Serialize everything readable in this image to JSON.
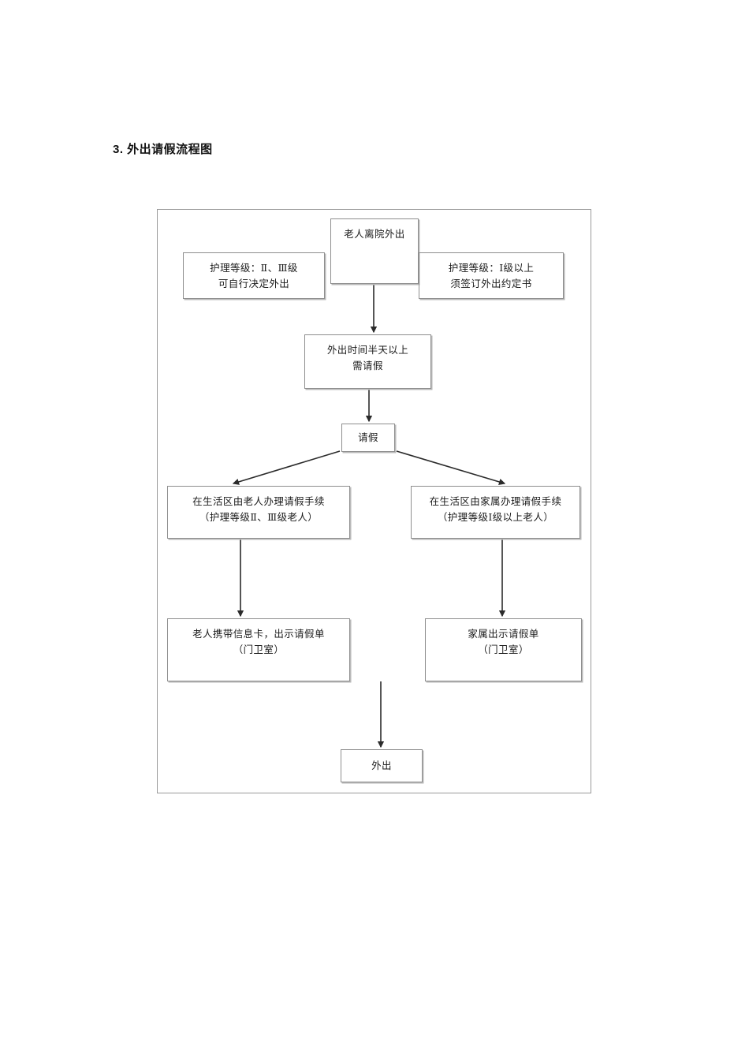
{
  "page": {
    "title": "3. 外出请假流程图"
  },
  "flowchart": {
    "type": "flowchart",
    "nodes": [
      {
        "id": "start",
        "lines": [
          "老人离院外出"
        ]
      },
      {
        "id": "band_left",
        "lines": [
          "护理等级：Ⅱ、Ⅲ级",
          "可自行决定外出"
        ]
      },
      {
        "id": "band_right",
        "lines": [
          "护理等级：Ⅰ级以上",
          "须签订外出约定书"
        ]
      },
      {
        "id": "duration",
        "lines": [
          "外出时间半天以上",
          "需请假"
        ]
      },
      {
        "id": "leave",
        "lines": [
          "请假"
        ]
      },
      {
        "id": "staff_left",
        "lines": [
          "在生活区由老人办理请假手续",
          "（护理等级Ⅱ、Ⅲ级老人）"
        ]
      },
      {
        "id": "staff_right",
        "lines": [
          "在生活区由家属办理请假手续",
          "（护理等级Ⅰ级以上老人）"
        ]
      },
      {
        "id": "gate_left",
        "lines": [
          "老人携带信息卡，出示请假单",
          "（门卫室）"
        ]
      },
      {
        "id": "gate_right",
        "lines": [
          "家属出示请假单",
          "（门卫室）"
        ]
      },
      {
        "id": "end",
        "lines": [
          "外出"
        ]
      }
    ],
    "edges": [
      {
        "from": "start",
        "to": "duration",
        "kind": "arrow-down"
      },
      {
        "from": "duration",
        "to": "leave",
        "kind": "arrow-down"
      },
      {
        "from": "leave",
        "to": "staff_left",
        "kind": "arrow-diagonal-left"
      },
      {
        "from": "leave",
        "to": "staff_right",
        "kind": "arrow-diagonal-right"
      },
      {
        "from": "staff_left",
        "to": "gate_left",
        "kind": "arrow-down"
      },
      {
        "from": "staff_right",
        "to": "gate_right",
        "kind": "arrow-down"
      },
      {
        "from": "gate_left",
        "to": "end",
        "kind": "arrow-down-merge"
      },
      {
        "from": "gate_right",
        "to": "end",
        "kind": "arrow-down-merge"
      }
    ],
    "node_text": {
      "start_1": "老人离院外出",
      "band_left_1": "护理等级：Ⅱ、Ⅲ级",
      "band_left_2": "可自行决定外出",
      "band_right_1": "护理等级：Ⅰ级以上",
      "band_right_2": "须签订外出约定书",
      "duration_1": "外出时间半天以上",
      "duration_2": "需请假",
      "leave_1": "请假",
      "staff_left_1": "在生活区由老人办理请假手续",
      "staff_left_2": "（护理等级Ⅱ、Ⅲ级老人）",
      "staff_right_1": "在生活区由家属办理请假手续",
      "staff_right_2": "（护理等级Ⅰ级以上老人）",
      "gate_left_1": "老人携带信息卡，出示请假单",
      "gate_left_2": "（门卫室）",
      "gate_right_1": "家属出示请假单",
      "gate_right_2": "（门卫室）",
      "end_1": "外出"
    },
    "colors": {
      "line": "#8e8e8e",
      "connector": "#2b2b2b",
      "text": "#1b1b1b",
      "frame": "#9a9a9a",
      "background": "#ffffff"
    }
  }
}
